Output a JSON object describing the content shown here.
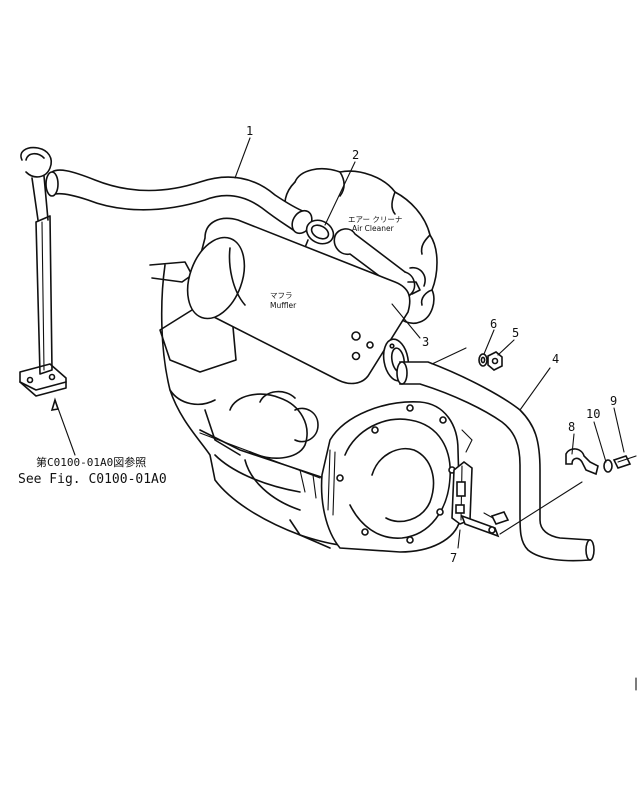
{
  "callouts": {
    "c1": "1",
    "c2": "2",
    "c3": "3",
    "c4": "4",
    "c5": "5",
    "c6": "6",
    "c7": "7",
    "c8": "8",
    "c9": "9",
    "c10": "10"
  },
  "labels": {
    "air_cleaner_jp": "エアー クリーナ",
    "air_cleaner_en": "Air Cleaner",
    "muffler_jp": "マフラ",
    "muffler_en": "Muffler"
  },
  "reference": {
    "jp": "第C0100-01A0図参照",
    "en": "See Fig. C0100-01A0"
  }
}
